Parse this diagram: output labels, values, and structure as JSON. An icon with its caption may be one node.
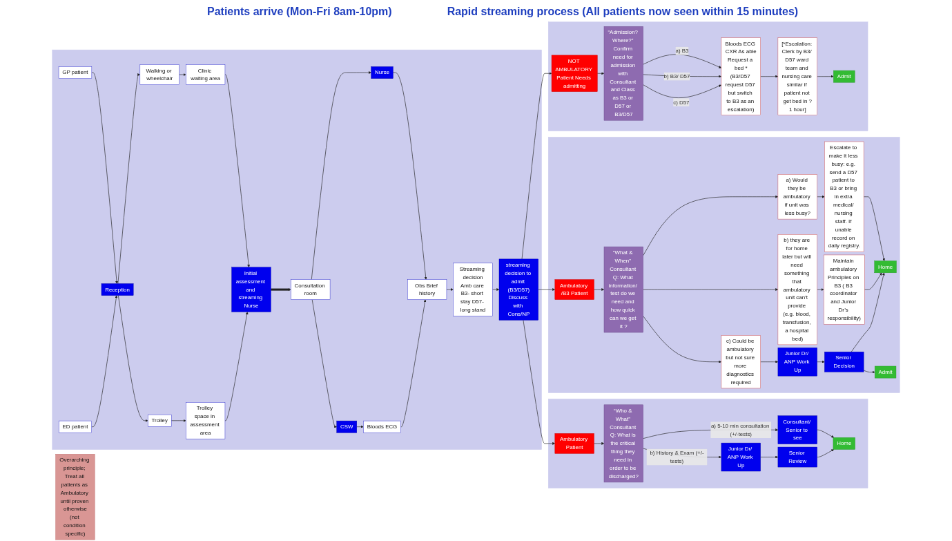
{
  "diagram": {
    "nodes": [
      {
        "text": [
          "Overarching principle; Treat all patients as Ambulatory until proven otherwise",
          "(not condition specific)"
        ]
      },
      {
        "text": [],
        "shape": "box"
      },
      {
        "text": [
          "GP patient"
        ],
        "in": 1
      },
      {
        "text": [
          "ED patient"
        ],
        "in": 1
      },
      {
        "text": [
          "Reception"
        ],
        "in": 1
      },
      {
        "text": [
          "Walking or wheelchair"
        ],
        "in": 1
      },
      {
        "text": [
          "Trolley"
        ],
        "in": 1
      },
      {
        "text": [
          "Clinic waiting area"
        ],
        "in": 1
      },
      {
        "text": [
          "Trolley space in assessment area"
        ],
        "in": 1
      },
      {
        "text": [
          "Initial assessment and streaming Nurse"
        ],
        "in": 1
      },
      {
        "text": [
          "Consultation room"
        ],
        "in": 1
      },
      {
        "text": [
          "Nurse"
        ],
        "in": 1
      },
      {
        "text": [
          "CSW"
        ],
        "in": 1
      },
      {
        "text": [
          "Obs Brief history"
        ],
        "in": 1
      },
      {
        "text": [
          "Bloods ECG"
        ],
        "in": 1
      },
      {
        "text": [
          "Streaming decision",
          "Amb care B3- short stay D57- long stand"
        ],
        "in": 1
      },
      {
        "text": [
          "streaming decision to admit (B3/D57)",
          "Discuss with Cons/NP"
        ],
        "in": 1
      },
      {
        "text": [],
        "shape": "box"
      },
      {
        "text": [
          "Ambulatory Patient"
        ],
        "in": 17
      },
      {
        "text": [
          "“Who & What” Consultant Q: What is the critical thing they need in order to be discharged?"
        ],
        "in": 17
      },
      {
        "text": [
          "Consultant/ Senior to see"
        ],
        "in": 17
      },
      {
        "text": [
          "Junior Dr/ ANP Work Up"
        ],
        "in": 17
      },
      {
        "text": [
          "Senior Review"
        ],
        "in": 17
      },
      {
        "text": [
          "Home"
        ],
        "in": 17
      },
      {
        "text": [],
        "shape": "box"
      },
      {
        "text": [
          "Ambulatory /B3 Patient"
        ],
        "in": 24
      },
      {
        "text": [
          "“What & When” Consultant Q: What information/ test do we need and how quick can we get it ?"
        ],
        "in": 24
      },
      {
        "text": [
          "a) Would they be ambulatory if unit was less busy?"
        ],
        "in": 24
      },
      {
        "text": [
          "b) they are for home later but will need something that ambulatory unit can’t provide (e.g. blood, transfusion, a hospital bed)"
        ],
        "in": 24
      },
      {
        "text": [
          "c) Could be ambulatory but not sure more diagnostics required"
        ],
        "in": 24
      },
      {
        "text": [
          "Escalate to make it less busy: e.g. send a D57 patient to B3 or bring in extra medical/ nursing staff. If unable record on daily registry."
        ],
        "in": 24
      },
      {
        "text": [
          "Maintain ambulatory Principles on B3 ( B3 coordinator and Junior Dr’s responsibility)"
        ],
        "in": 24
      },
      {
        "text": [
          "Junior Dr/ ANP Work Up"
        ],
        "in": 24
      },
      {
        "text": [
          "Senior Decision"
        ],
        "in": 24
      },
      {
        "text": [
          "Home"
        ],
        "in": 24
      },
      {
        "text": [
          "Admit"
        ],
        "in": 24
      },
      {
        "text": [],
        "shape": "box"
      },
      {
        "text": [
          "NOT AMBULATORY Patient Needs admitting"
        ],
        "in": 36
      },
      {
        "text": [
          "“Admission? Where?” Confirm need for admission with Consultant and Class as B3 or D57 or B3/D57"
        ],
        "in": 36
      },
      {
        "text": [
          "Bloods ECG CXR As able",
          "Request a bed *(B3/D57 request D57 but switch to B3 as an escalation)"
        ],
        "in": 36
      },
      {
        "text": [
          "[*Escalation: Clerk by B3/ D57 ward team and nursing care similar if patient not get bed in ?1 hour]"
        ],
        "in": 36
      },
      {
        "text": [
          "Admit"
        ],
        "in": 36
      }
    ],
    "edges": [
      {
        "from": 2,
        "to": 4,
        "arrow": "to"
      },
      {
        "from": 3,
        "to": 4,
        "arrow": "to"
      },
      {
        "from": 4,
        "to": 5,
        "arrow": "to"
      },
      {
        "from": 4,
        "to": 6,
        "arrow": "to"
      },
      {
        "from": 5,
        "to": 7,
        "arrow": "to"
      },
      {
        "from": 6,
        "to": 8,
        "arrow": "to"
      },
      {
        "from": 7,
        "to": 9,
        "arrow": "to"
      },
      {
        "from": 8,
        "to": 9,
        "arrow": "to"
      },
      {
        "from": 9,
        "to": 10,
        "arrow": "to",
        "style": "thick"
      },
      {
        "from": 10,
        "to": 11,
        "arrow": "to"
      },
      {
        "from": 10,
        "to": 12,
        "arrow": "to"
      },
      {
        "from": 11,
        "to": 13,
        "arrow": "to"
      },
      {
        "from": 12,
        "to": 14,
        "arrow": "to"
      },
      {
        "from": 14,
        "to": 13,
        "arrow": "to"
      },
      {
        "from": 13,
        "to": 15,
        "arrow": "to"
      },
      {
        "from": 15,
        "to": 16,
        "arrow": "to"
      },
      {
        "from": 16,
        "to": 18,
        "arrow": "to"
      },
      {
        "from": 16,
        "to": 25,
        "arrow": "to"
      },
      {
        "from": 16,
        "to": 37,
        "arrow": "to"
      },
      {
        "from": 18,
        "to": 19,
        "arrow": "to"
      },
      {
        "from": 19,
        "to": 20,
        "arrow": "to",
        "label": "a) 5-10 min consultation (+/-tests)"
      },
      {
        "from": 19,
        "to": 21,
        "arrow": "to",
        "label": "b) History & Exam (+/-tests)"
      },
      {
        "from": 20,
        "to": 23,
        "arrow": "to"
      },
      {
        "from": 21,
        "to": 22,
        "arrow": "to"
      },
      {
        "from": 22,
        "to": 23,
        "arrow": "to"
      },
      {
        "from": 25,
        "to": 26,
        "arrow": "to"
      },
      {
        "from": 26,
        "to": 27,
        "arrow": "to"
      },
      {
        "from": 26,
        "to": 28,
        "arrow": "to"
      },
      {
        "from": 26,
        "to": 29,
        "arrow": "to"
      },
      {
        "from": 27,
        "to": 30,
        "arrow": "to"
      },
      {
        "from": 28,
        "to": 31,
        "arrow": "to"
      },
      {
        "from": 30,
        "to": 34,
        "arrow": "to"
      },
      {
        "from": 31,
        "to": 34,
        "arrow": "to"
      },
      {
        "from": 29,
        "to": 32,
        "arrow": "to"
      },
      {
        "from": 32,
        "to": 33,
        "arrow": "to"
      },
      {
        "from": 33,
        "to": 34,
        "arrow": "to"
      },
      {
        "from": 33,
        "to": 35,
        "arrow": "to"
      },
      {
        "from": 37,
        "to": 38,
        "arrow": "to"
      },
      {
        "from": 38,
        "to": 39,
        "arrow": "to",
        "label": "a) B3"
      },
      {
        "from": 38,
        "to": 39,
        "arrow": "to",
        "label": "b) B3/ D57"
      },
      {
        "from": 38,
        "to": 39,
        "arrow": "to",
        "label": "c) D57"
      },
      {
        "from": 39,
        "to": 40,
        "arrow": "to"
      },
      {
        "from": 40,
        "to": 41,
        "arrow": "to"
      }
    ],
    "labels": [
      "Patients arrive (Mon-Fri 8am-10pm)",
      "Rapid streaming process (All patients now seen within 15 minutes)"
    ]
  }
}
